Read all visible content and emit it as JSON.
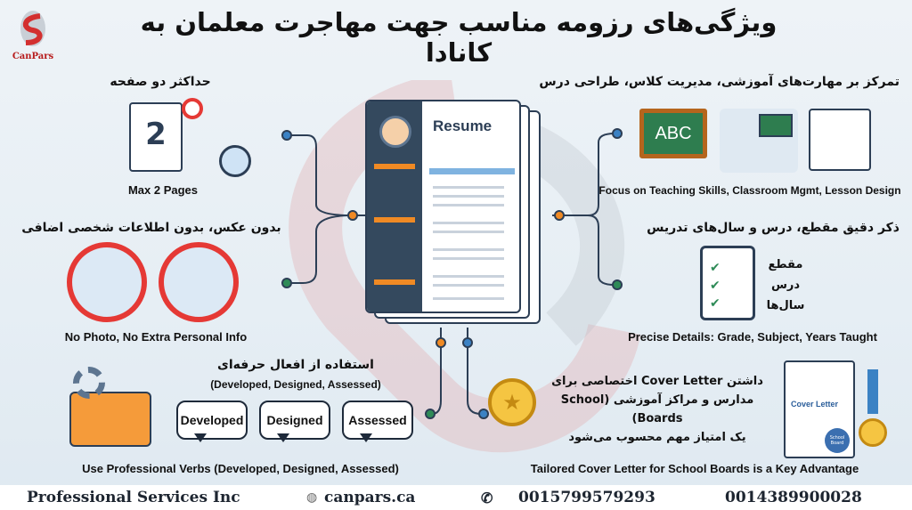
{
  "brand": {
    "logo_text": "CanPars"
  },
  "title": "ویژگی‌های رزومه مناسب جهت مهاجرت معلمان به کانادا",
  "resume": {
    "heading": "Resume"
  },
  "sections": {
    "pages": {
      "fa": "حداکثر دو صفحه",
      "en": "Max 2 Pages",
      "icon_number": "2"
    },
    "photo": {
      "fa": "بدون عکس، بدون اطلاعات شخصی اضافی",
      "en": "No Photo, No Extra Personal Info"
    },
    "verbs": {
      "fa": "استفاده از افعال حرفه‌ای",
      "fa_sub": "(Developed, Designed, Assessed)",
      "bubbles": [
        "Developed",
        "Designed",
        "Assessed"
      ],
      "en": "Use Professional Verbs (Developed, Designed, Assessed)"
    },
    "skills": {
      "fa": "تمرکز بر مهارت‌های آموزشی، مدیریت کلاس، طراحی درس",
      "board_text": "ABC",
      "en": "Focus on Teaching Skills, Classroom Mgmt, Lesson Design"
    },
    "details": {
      "fa": "ذکر دقیق مقطع، درس و سال‌های تدریس",
      "items": [
        "مقطع",
        "درس",
        "سال‌ها"
      ],
      "en": "Precise Details: Grade, Subject, Years Taught"
    },
    "cover": {
      "fa_lines": [
        "داشتن Cover Letter اختصاصی برای",
        "مدارس و مراکز آموزشی (School Boards)",
        "یک امتیاز مهم محسوب می‌شود"
      ],
      "doc_title": "Cover Letter",
      "seal": "School Board",
      "en": "Tailored Cover Letter for School Boards is a Key Advantage"
    }
  },
  "footer": {
    "company": "Professional Services Inc",
    "website": "canpars.ca",
    "phone1": "0015799579293",
    "phone2": "0014389900028"
  },
  "colors": {
    "accent": "#d32f2f",
    "navy": "#2c3e55",
    "orange": "#f08a24",
    "green": "#2e8b57",
    "blue": "#3b82c4"
  }
}
